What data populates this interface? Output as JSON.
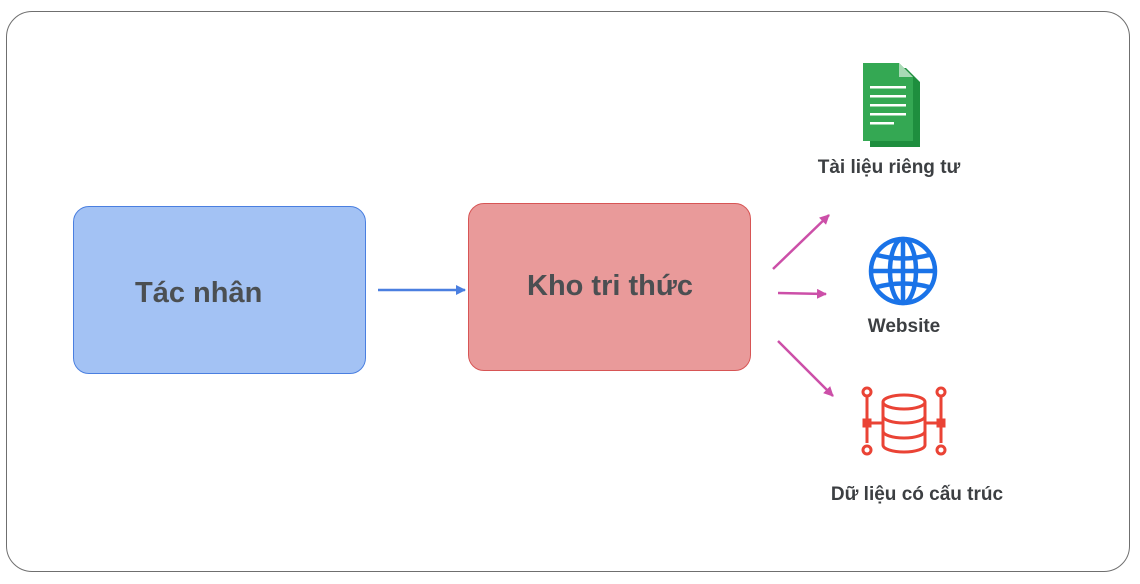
{
  "nodes": {
    "agent": {
      "label": "Tác nhân"
    },
    "knowledge_base": {
      "label": "Kho tri thức"
    }
  },
  "sources": [
    {
      "label": "Tài liệu riêng tư",
      "icon": "document-icon"
    },
    {
      "label": "Website",
      "icon": "globe-icon"
    },
    {
      "label": "Dữ liệu có cấu trúc",
      "icon": "database-icon"
    }
  ],
  "colors": {
    "agent_fill": "#a3c2f4",
    "agent_border": "#4a7fe0",
    "kb_fill": "#e99a9a",
    "kb_border": "#d75555",
    "main_arrow": "#4a7fe0",
    "source_arrow": "#cc4fa8",
    "document": "#34a853",
    "globe": "#1a73e8",
    "database": "#ea4335"
  }
}
